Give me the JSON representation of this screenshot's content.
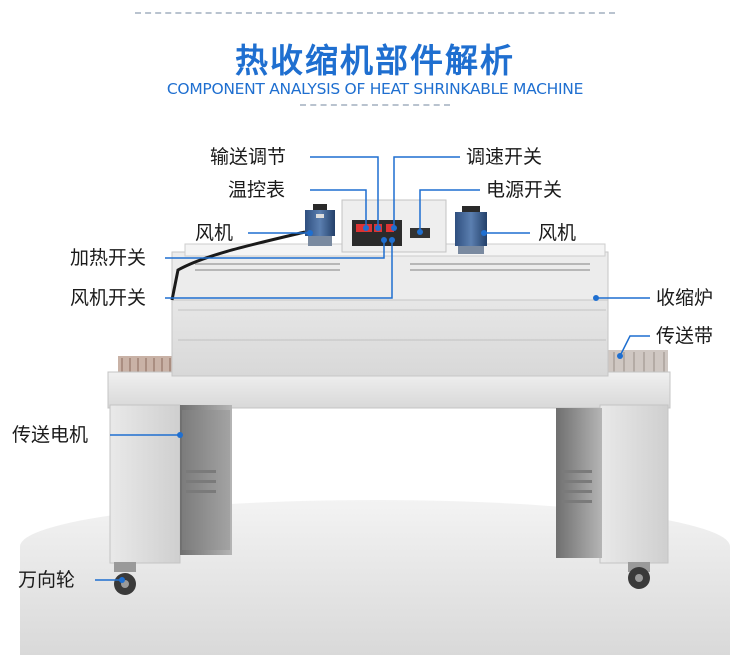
{
  "header": {
    "title": "热收缩机部件解析",
    "subtitle": "COMPONENT ANALYSIS OF HEAT SHRINKABLE MACHINE"
  },
  "labels": {
    "conveyor_adjust": "输送调节",
    "temp_meter": "温控表",
    "fan_left": "风机",
    "heat_switch": "加热开关",
    "fan_switch": "风机开关",
    "speed_switch": "调速开关",
    "power_switch": "电源开关",
    "fan_right": "风机",
    "shrink_oven": "收缩炉",
    "conveyor_belt": "传送带",
    "conveyor_motor": "传送电机",
    "caster": "万向轮"
  },
  "colors": {
    "accent": "#1f6fd0",
    "machine": "#e6e6e6",
    "shadow": "#bdbdbd"
  }
}
